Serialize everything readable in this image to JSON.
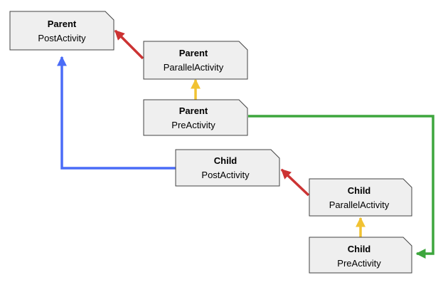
{
  "colors": {
    "red": "#cc3333",
    "yellow": "#f1c232",
    "blue": "#4a6cf7",
    "green": "#3da63d",
    "node_fill": "#efefef",
    "node_stroke": "#434343"
  },
  "nodes": {
    "parent_post": {
      "title": "Parent",
      "subtitle": "PostActivity"
    },
    "parent_parallel": {
      "title": "Parent",
      "subtitle": "ParallelActivity"
    },
    "parent_pre": {
      "title": "Parent",
      "subtitle": "PreActivity"
    },
    "child_post": {
      "title": "Child",
      "subtitle": "PostActivity"
    },
    "child_parallel": {
      "title": "Child",
      "subtitle": "ParallelActivity"
    },
    "child_pre": {
      "title": "Child",
      "subtitle": "PreActivity"
    }
  },
  "edges": [
    {
      "from": "parent_parallel",
      "to": "parent_post",
      "color": "red"
    },
    {
      "from": "parent_pre",
      "to": "parent_parallel",
      "color": "yellow"
    },
    {
      "from": "child_post",
      "to": "parent_post",
      "color": "blue"
    },
    {
      "from": "parent_pre",
      "to": "child_pre",
      "color": "green"
    },
    {
      "from": "child_parallel",
      "to": "child_post",
      "color": "red"
    },
    {
      "from": "child_pre",
      "to": "child_parallel",
      "color": "yellow"
    }
  ]
}
